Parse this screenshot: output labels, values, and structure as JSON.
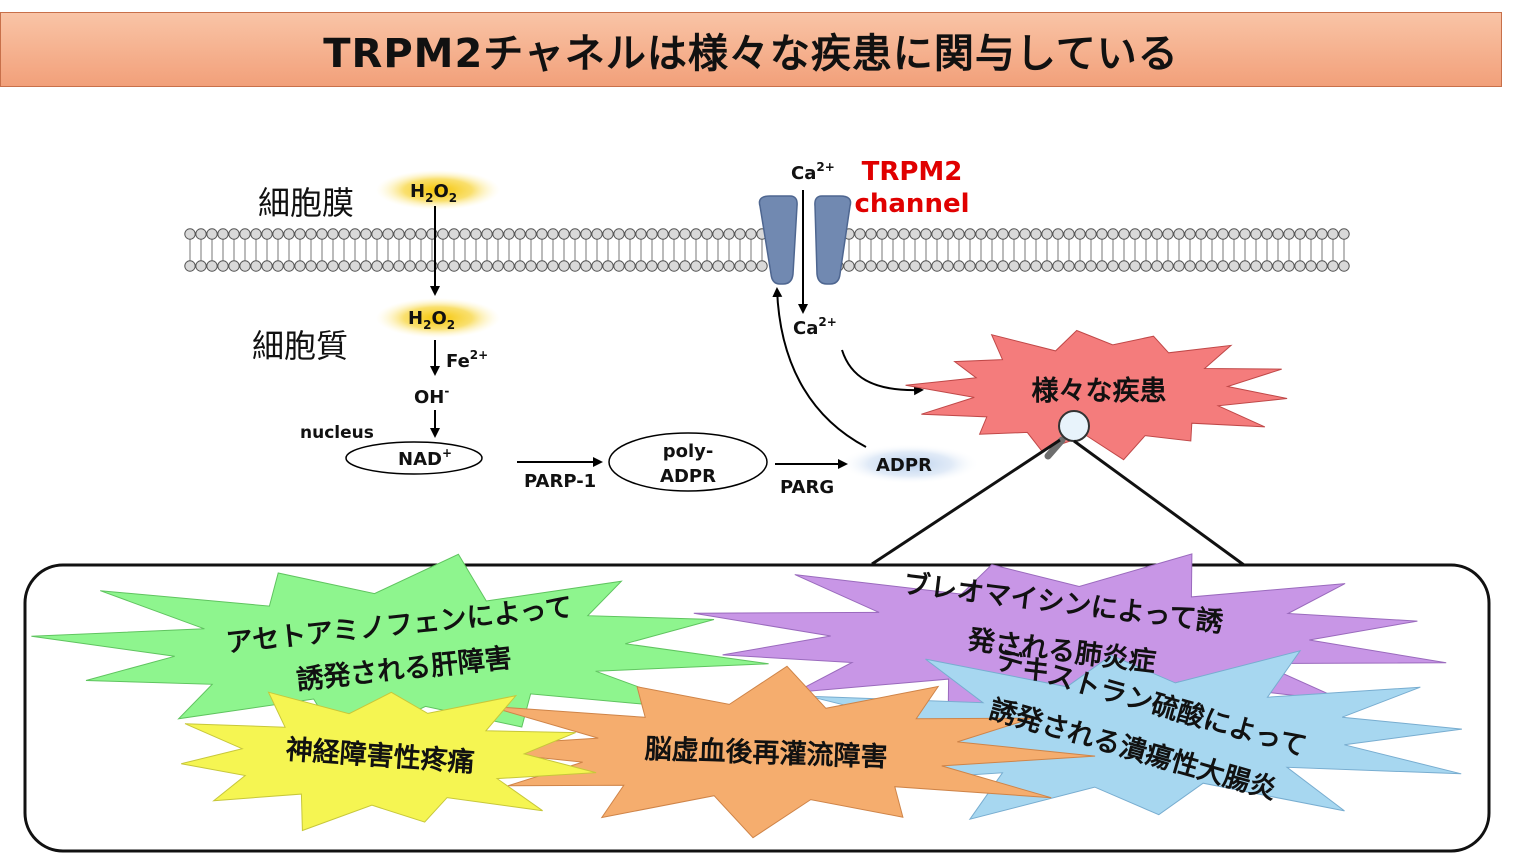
{
  "title": "TRPM2チャネルは様々な疾患に関与している",
  "labels": {
    "cell_membrane": "細胞膜",
    "cytoplasm": "細胞質",
    "h2o2_top": "H2O2",
    "h2o2_bottom": "H2O2",
    "fe": "Fe2+",
    "oh": "OH-",
    "nucleus": "nucleus",
    "nad": "NAD+",
    "parp1": "PARP-1",
    "poly_adpr_line1": "poly-",
    "poly_adpr_line2": "ADPR",
    "parg": "PARG",
    "adpr": "ADPR",
    "ca_top": "Ca2+",
    "ca_bottom": "Ca2+",
    "trpm2_line1": "TRPM2",
    "trpm2_line2": "channel",
    "diseases": "様々な疾患"
  },
  "disease_list": {
    "liver_line1": "アセトアミノフェンによって",
    "liver_line2": "誘発される肝障害",
    "lung_line1": "ブレオマイシンによって誘",
    "lung_line2": "発される肺炎症",
    "neuro": "神経障害性疼痛",
    "brain": "脳虚血後再灌流障害",
    "colitis_line1": "デキストラン硫酸によって",
    "colitis_line2": "誘発される潰瘍性大腸炎"
  },
  "colors": {
    "title_bg": "#f4ad88",
    "channel": "#7189b1",
    "trpm2_label": "#e00000",
    "diseases_burst": "#f47c7c",
    "liver_burst": "#8ef58e",
    "lung_burst": "#c896e6",
    "neuro_burst": "#f5f552",
    "brain_burst": "#f5ad6e",
    "colitis_burst": "#a7d7f0"
  }
}
